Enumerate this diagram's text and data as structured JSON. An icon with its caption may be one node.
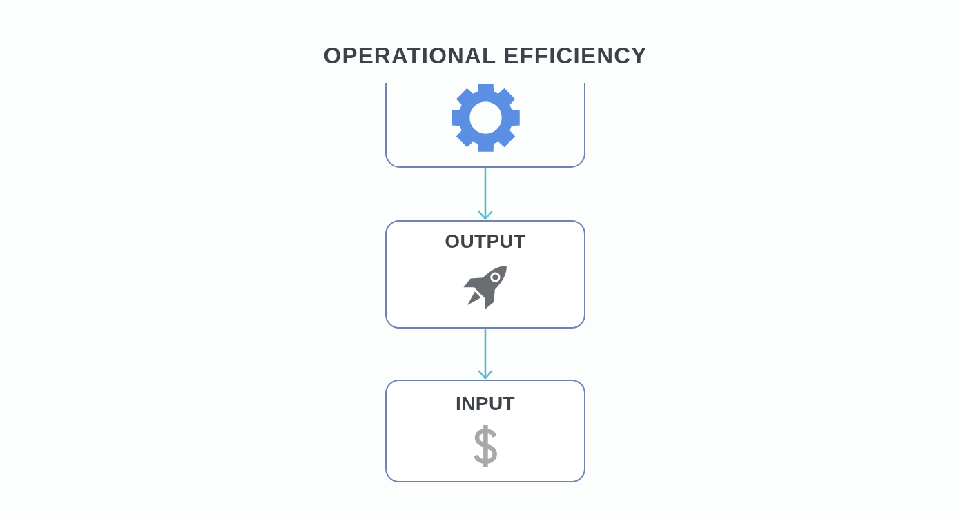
{
  "diagram": {
    "nodes": [
      {
        "text": [
          "OPERATIONAL EFFICIENCY"
        ]
      },
      {
        "text": [
          "OUTPUT"
        ]
      },
      {
        "text": [
          "INPUT"
        ]
      }
    ],
    "edges": [
      {
        "from": 0,
        "to": 1,
        "arrow": "to"
      },
      {
        "from": 1,
        "to": 2,
        "arrow": "to"
      }
    ]
  }
}
